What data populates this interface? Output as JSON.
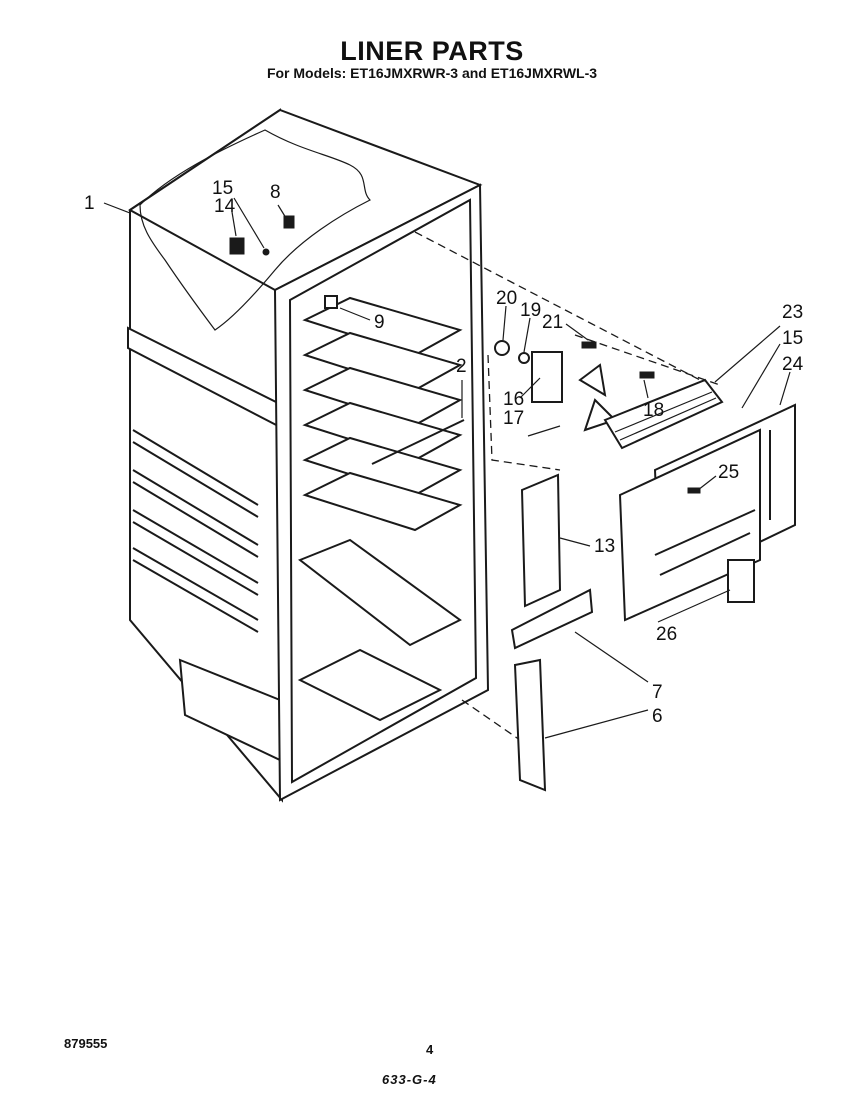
{
  "title": "LINER PARTS",
  "subtitle": "For Models: ET16JMXRWR-3 and ET16JMXRWL-3",
  "footer": {
    "catalog_number": "879555",
    "page_number": "4",
    "code": "633-G-4"
  },
  "callouts": [
    "1",
    "15",
    "14",
    "8",
    "9",
    "2",
    "20",
    "19",
    "21",
    "16",
    "17",
    "18",
    "23",
    "15",
    "24",
    "25",
    "13",
    "26",
    "7",
    "6"
  ]
}
